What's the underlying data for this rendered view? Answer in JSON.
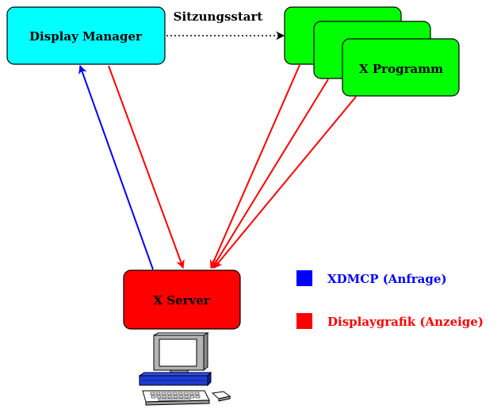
{
  "nodes": {
    "display_manager": "Display Manager",
    "x_program": "X Programm",
    "x_server": "X Server"
  },
  "edges": {
    "session_start": "Sitzungsstart"
  },
  "legend": [
    {
      "label": "XDMCP (Anfrage)",
      "color": "#0000ff"
    },
    {
      "label": "Displaygrafik (Anzeige)",
      "color": "#ff0000"
    }
  ],
  "colors": {
    "display_manager_fill": "#00ffff",
    "x_program_fill": "#00ff00",
    "x_server_fill": "#ff0000",
    "request_arrow": "#0000ff",
    "display_arrow": "#ff0000"
  },
  "icons": {
    "computer": "workstation-computer-icon"
  }
}
